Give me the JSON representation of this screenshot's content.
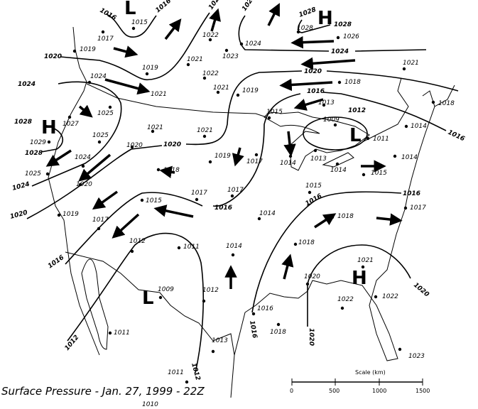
{
  "title": "Surface Pressure - Jan. 27, 1999 - 22Z",
  "scale": {
    "label": "Scale (km)",
    "ticks": [
      "0",
      "500",
      "1000",
      "1500"
    ]
  },
  "pressure_centers": [
    {
      "type": "L",
      "pressure": "1015"
    },
    {
      "type": "H",
      "pressure": "1029"
    },
    {
      "type": "H",
      "pressure": "1028"
    },
    {
      "type": "L",
      "pressure": "1009"
    },
    {
      "type": "L",
      "pressure": "1009"
    },
    {
      "type": "H",
      "pressure": "1022"
    }
  ],
  "isobar_labels": [
    "1016",
    "1016",
    "1020",
    "1020",
    "1024",
    "1024",
    "1028",
    "1028",
    "1020",
    "1020",
    "1020",
    "1024",
    "1024",
    "1028",
    "1028",
    "1016",
    "1016",
    "1016",
    "1016",
    "1016",
    "1012",
    "1012",
    "1012",
    "1020",
    "1020",
    "1016",
    "1016"
  ],
  "stations": [
    "1015",
    "1017",
    "1019",
    "1019",
    "1021",
    "1022",
    "1023",
    "1022",
    "1021",
    "1024",
    "1021",
    "1025",
    "1027",
    "1025",
    "1029",
    "1025",
    "1024",
    "1020",
    "1021",
    "1021",
    "1020",
    "1019",
    "1018",
    "1017",
    "1017",
    "1015",
    "1024",
    "1028",
    "1026",
    "1021",
    "1018",
    "1019",
    "1013",
    "1015",
    "1009",
    "1011",
    "1018",
    "1014",
    "1014",
    "1017",
    "1014",
    "1013",
    "1014",
    "1015",
    "1015",
    "1019",
    "1017",
    "1012",
    "1011",
    "1014",
    "1014",
    "1018",
    "1018",
    "1017",
    "1021",
    "1020",
    "1022",
    "1022",
    "1023",
    "1009",
    "1012",
    "1013",
    "1016",
    "1018",
    "1011",
    "1011",
    "1010"
  ]
}
